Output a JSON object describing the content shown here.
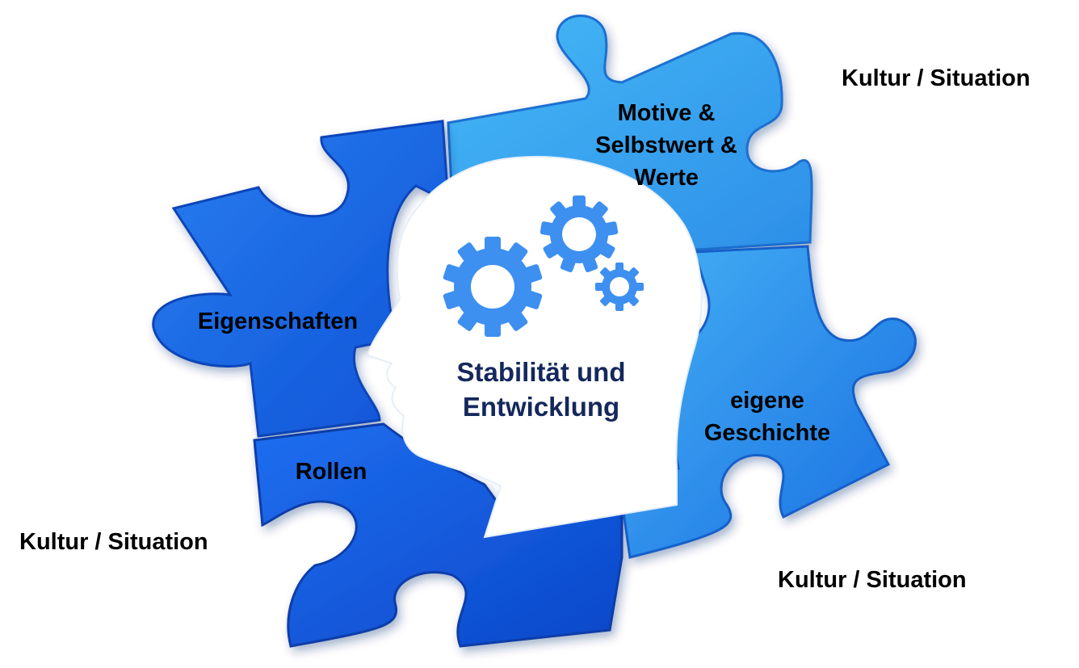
{
  "diagram": {
    "center": {
      "text": "Stabilität und\nEntwicklung",
      "color": "#14285c"
    },
    "pieces": [
      {
        "id": "motive",
        "text": "Motive &\nSelbstwert &\nWerte",
        "color": "#3aa8f0"
      },
      {
        "id": "eigenschaften",
        "text": "Eigenschaften",
        "color": "#1563e0"
      },
      {
        "id": "rollen",
        "text": "Rollen",
        "color": "#1460e6"
      },
      {
        "id": "geschichte",
        "text": "eigene\nGeschichte",
        "color": "#2a86ec"
      }
    ],
    "context_labels": [
      {
        "id": "top-right",
        "text": "Kultur / Situation"
      },
      {
        "id": "left",
        "text": "Kultur / Situation"
      },
      {
        "id": "bottom-right",
        "text": "Kultur / Situation"
      }
    ],
    "colors": {
      "head": "#ffffff",
      "gears": "#3d8ff0",
      "text": "#000000"
    },
    "icons": [
      "head-silhouette-icon",
      "gears-icon"
    ]
  }
}
